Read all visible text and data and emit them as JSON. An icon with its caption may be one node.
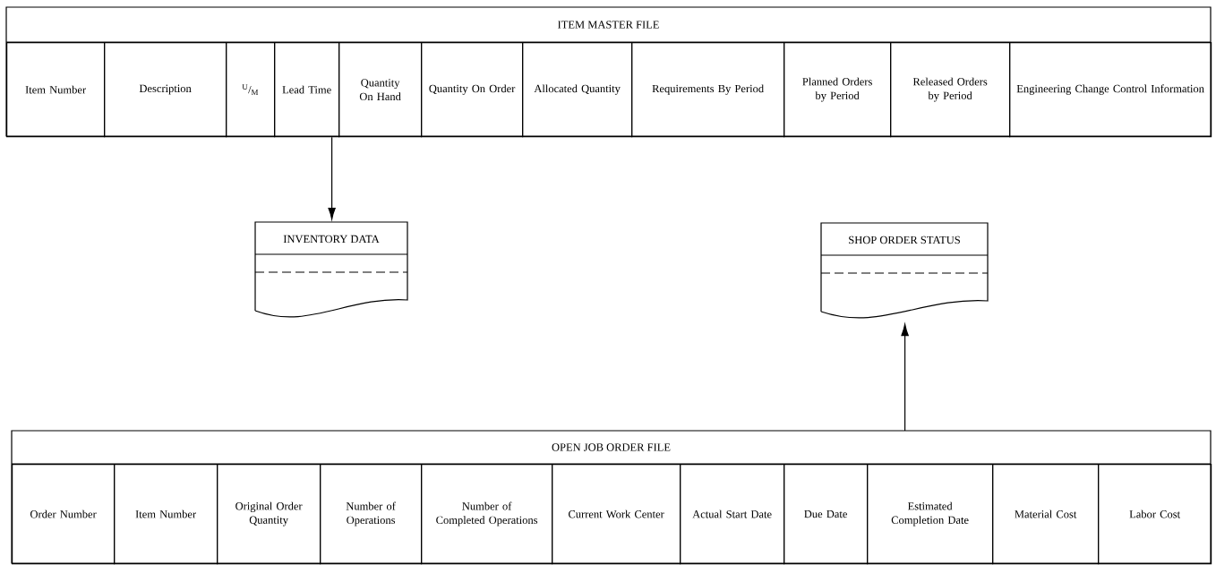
{
  "diagram": {
    "nodes": [
      {
        "text": [
          "ITEM MASTER FILE"
        ]
      },
      {
        "text": [
          "Item Number"
        ],
        "in": 0
      },
      {
        "text": [
          "Description"
        ],
        "in": 0
      },
      {
        "text": [
          "$^{U}$/$_{M}$"
        ],
        "in": 0
      },
      {
        "text": [
          "Lead Time"
        ],
        "in": 0
      },
      {
        "text": [
          "Quantity On Hand"
        ],
        "in": 0
      },
      {
        "text": [
          "Quantity On Order"
        ],
        "in": 0
      },
      {
        "text": [
          "Allocated Quantity"
        ],
        "in": 0
      },
      {
        "text": [
          "Requirements By Period"
        ],
        "in": 0
      },
      {
        "text": [
          "Planned Orders by Period"
        ],
        "in": 0
      },
      {
        "text": [
          "Released Orders by Period"
        ],
        "in": 0
      },
      {
        "text": [
          "Engineering Change Control Information"
        ],
        "in": 0
      },
      {
        "text": [
          "INVENTORY DATA"
        ]
      },
      {
        "text": [
          "SHOP ORDER STATUS"
        ]
      },
      {
        "text": [
          "OPEN JOB ORDER FILE"
        ]
      },
      {
        "text": [
          "Order Number"
        ],
        "in": 14
      },
      {
        "text": [
          "Item Number"
        ],
        "in": 14
      },
      {
        "text": [
          "Original Order Quantity"
        ],
        "in": 14
      },
      {
        "text": [
          "Number of Operations"
        ],
        "in": 14
      },
      {
        "text": [
          "Number of Completed Operations"
        ],
        "in": 14
      },
      {
        "text": [
          "Current Work Center"
        ],
        "in": 14
      },
      {
        "text": [
          "Actual Start Date"
        ],
        "in": 14
      },
      {
        "text": [
          "Due Date"
        ],
        "in": 14
      },
      {
        "text": [
          "Estimated Completion Date"
        ],
        "in": 14
      },
      {
        "text": [
          "Material Cost"
        ],
        "in": 14
      },
      {
        "text": [
          "Labor Cost"
        ],
        "in": 14
      }
    ],
    "edges": [
      {
        "from": 4,
        "to": 12,
        "arrow": "to"
      },
      {
        "from": 14,
        "to": 13,
        "arrow": "to"
      }
    ]
  }
}
